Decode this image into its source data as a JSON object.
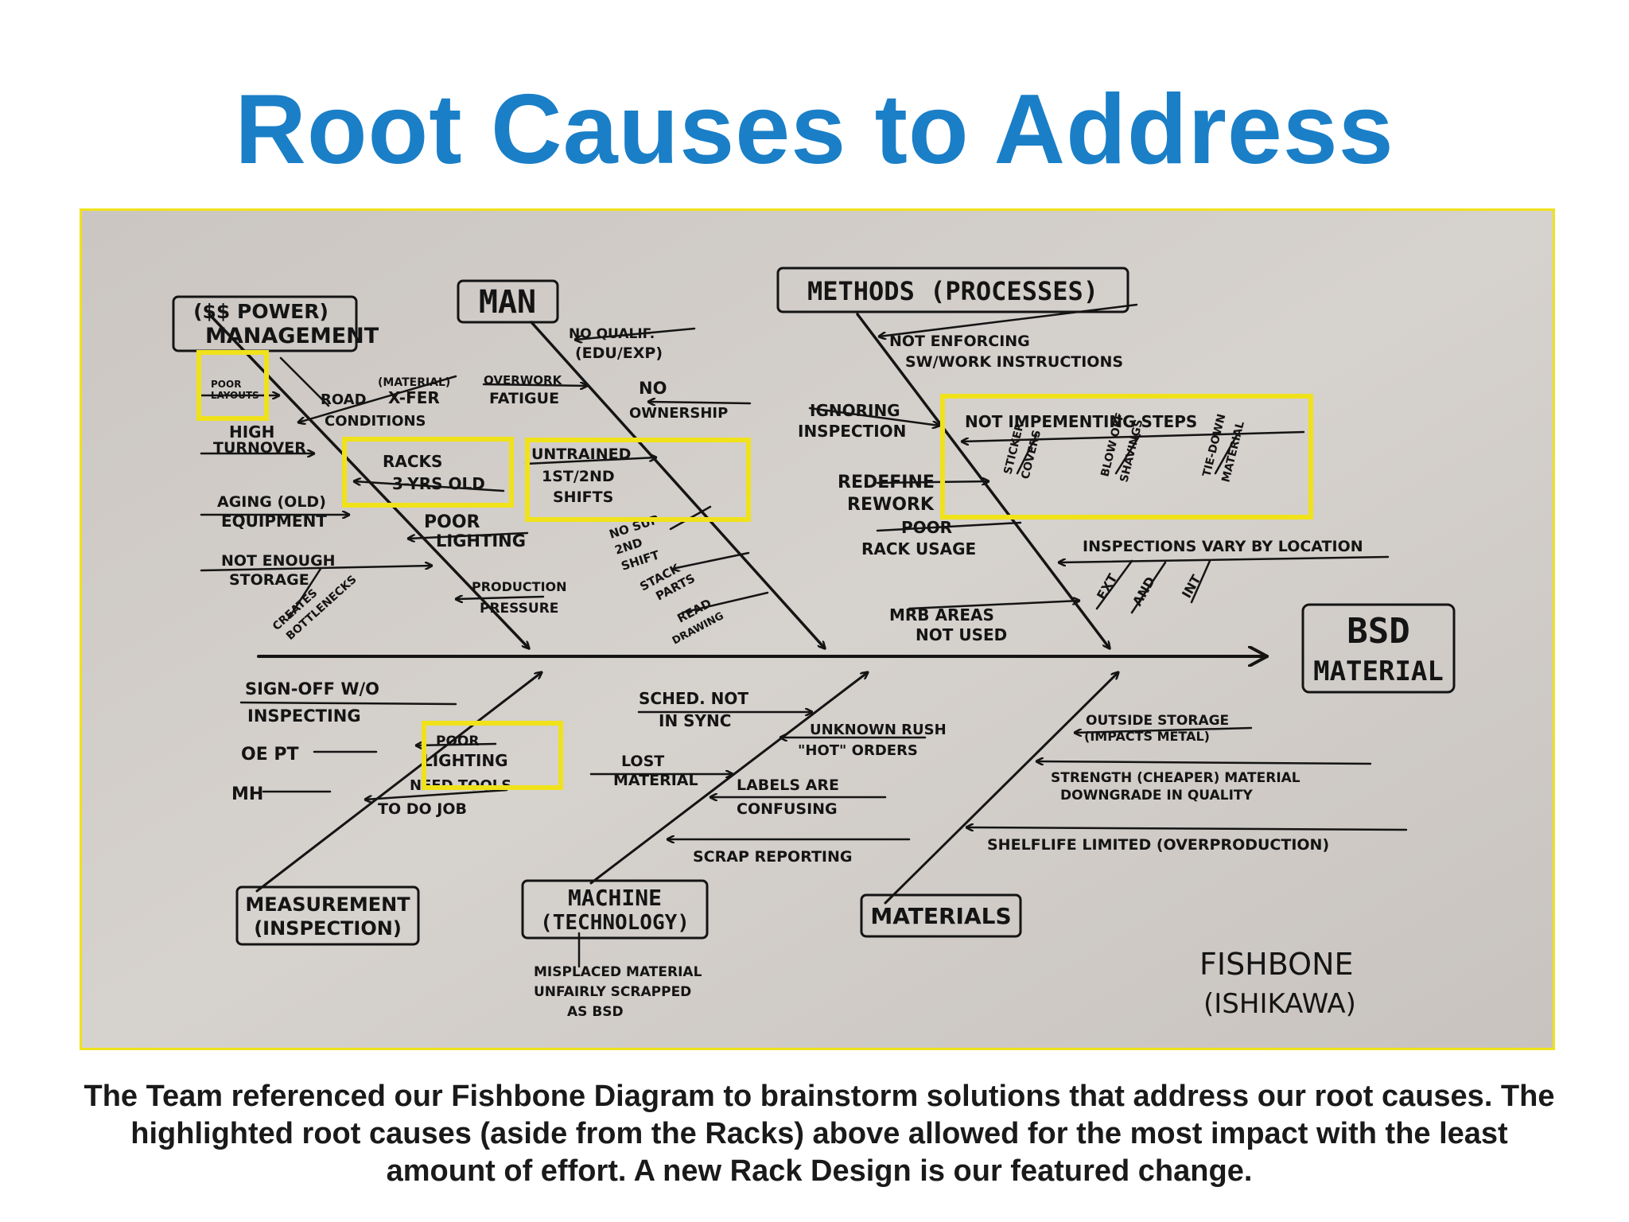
{
  "slide": {
    "title": "Root Causes to Address",
    "caption": "The Team referenced our Fishbone Diagram to brainstorm solutions that address our root causes.  The highlighted root causes (aside from the Racks) above allowed for the most impact with the least amount of effort.  A new Rack Design is our featured change.",
    "highlight_color": "#f0e21a",
    "title_color": "#1a7fc7"
  },
  "diagram": {
    "effect": {
      "line1": "BSD",
      "line2": "MATERIAL"
    },
    "categories": {
      "management": {
        "line1": "($$ POWER)",
        "line2": "MANAGEMENT"
      },
      "man": {
        "line1": "MAN"
      },
      "methods": {
        "line1": "METHODS (PROCESSES)"
      },
      "measurement": {
        "line1": "MEASUREMENT",
        "line2": "(INSPECTION)"
      },
      "machine": {
        "line1": "MACHINE",
        "line2": "(TECHNOLOGY)"
      },
      "materials": {
        "line1": "MATERIALS"
      }
    },
    "causes": {
      "poor_layouts": {
        "line1": "POOR",
        "line2": "LAYOUTS"
      },
      "road_conditions": {
        "line1": "ROAD",
        "line2": "CONDITIONS"
      },
      "material_xfer": {
        "line1": "(MATERIAL)",
        "line2": "X-FER"
      },
      "high_turnover": {
        "line1": "HIGH",
        "line2": "TURNOVER"
      },
      "racks": {
        "line1": "RACKS",
        "line2": "3-YRS OLD"
      },
      "aging_equipment": {
        "line1": "AGING (OLD)",
        "line2": "EQUIPMENT"
      },
      "poor_lighting_man": {
        "line1": "POOR",
        "line2": "LIGHTING"
      },
      "not_enough_storage": {
        "line1": "NOT ENOUGH",
        "line2": "STORAGE"
      },
      "creates_bottlenecks": {
        "line1": "CREATES",
        "line2": "BOTTLENECKS"
      },
      "production_pressure": {
        "line1": "PRODUCTION",
        "line2": "PRESSURE"
      },
      "no_qualif": {
        "line1": "NO QUALIF.",
        "line2": "(EDU/EXP)"
      },
      "overwork_fatigue": {
        "line1": "OVERWORK",
        "line2": "FATIGUE"
      },
      "no_ownership": {
        "line1": "NO",
        "line2": "OWNERSHIP"
      },
      "untrained": {
        "line1": "UNTRAINED",
        "line2": "1ST/2ND",
        "line3": "SHIFTS"
      },
      "no_sup": {
        "line1": "NO SUP",
        "line2": "2ND",
        "line3": "SHIFT"
      },
      "stack_parts": {
        "line1": "STACK",
        "line2": "PARTS"
      },
      "read_drawing": {
        "line1": "READ",
        "line2": "DRAWING"
      },
      "not_enforcing": {
        "line1": "NOT ENFORCING",
        "line2": "SW/WORK INSTRUCTIONS"
      },
      "ignoring_inspection": {
        "line1": "IGNORING",
        "line2": "INSPECTION"
      },
      "not_implementing": {
        "line1": "NOT IMPEMENTING STEPS"
      },
      "step_sticker": {
        "line1": "STICKER",
        "line2": "COVERS"
      },
      "step_blow_off": {
        "line1": "BLOW OFF",
        "line2": "SHAVINGS"
      },
      "step_tie_down": {
        "line1": "TIE-DOWN",
        "line2": "MATERIAL"
      },
      "redefine_rework": {
        "line1": "REDEFINE",
        "line2": "REWORK"
      },
      "poor_rack_usage": {
        "line1": "POOR",
        "line2": "RACK USAGE"
      },
      "inspections_vary": {
        "line1": "INSPECTIONS VARY BY LOCATION"
      },
      "ext": {
        "line1": "EXT"
      },
      "and": {
        "line1": "AND"
      },
      "int": {
        "line1": "INT"
      },
      "mrb_areas": {
        "line1": "MRB AREAS",
        "line2": "NOT USED"
      },
      "sign_off": {
        "line1": "SIGN-OFF  W/O",
        "line2": "INSPECTING"
      },
      "oe_pt": {
        "line1": "OE PT"
      },
      "mh": {
        "line1": "MH"
      },
      "poor_lighting_meas": {
        "line1": "POOR",
        "line2": "LIGHTING"
      },
      "need_tools": {
        "line1": "NEED TOOLS",
        "line2": "TO DO JOB"
      },
      "sched_not_in_sync": {
        "line1": "SCHED. NOT",
        "line2": "IN SYNC"
      },
      "unknown_rush": {
        "line1": "UNKNOWN RUSH",
        "line2": "\"HOT\" ORDERS"
      },
      "lost_material": {
        "line1": "LOST",
        "line2": "MATERIAL"
      },
      "labels_confusing": {
        "line1": "LABELS ARE",
        "line2": "CONFUSING"
      },
      "scrap_reporting": {
        "line1": "SCRAP REPORTING"
      },
      "misplaced_material": {
        "line1": "MISPLACED MATERIAL",
        "line2": "UNFAIRLY SCRAPPED",
        "line3": "AS BSD"
      },
      "outside_storage": {
        "line1": "OUTSIDE STORAGE",
        "line2": "(IMPACTS METAL)"
      },
      "strength_material": {
        "line1": "STRENGTH (CHEAPER) MATERIAL",
        "line2": "DOWNGRADE IN QUALITY"
      },
      "shelflife": {
        "line1": "SHELFLIFE  LIMITED (OVERPRODUCTION)"
      }
    },
    "signature": {
      "line1": "FISHBONE",
      "line2": "(ISHIKAWA)"
    }
  }
}
